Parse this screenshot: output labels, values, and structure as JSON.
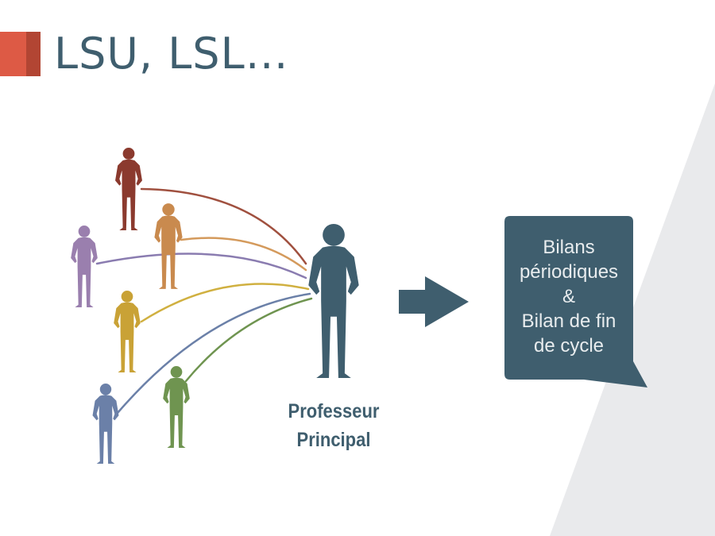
{
  "slide": {
    "title": "LSU, LSL…",
    "center_label_line1": "Professeur",
    "center_label_line2": "Principal",
    "bubble_lines": [
      "Bilans",
      "périodiques",
      "&",
      "Bilan de fin",
      "de cycle"
    ]
  },
  "colors": {
    "accent_red": "#dd5a45",
    "accent_dark_red": "#b24533",
    "primary": "#3f5e6e",
    "figures": [
      "#8b3a2e",
      "#c98a4e",
      "#9a7fae",
      "#c9a236",
      "#6b80a8",
      "#6f9450"
    ]
  }
}
